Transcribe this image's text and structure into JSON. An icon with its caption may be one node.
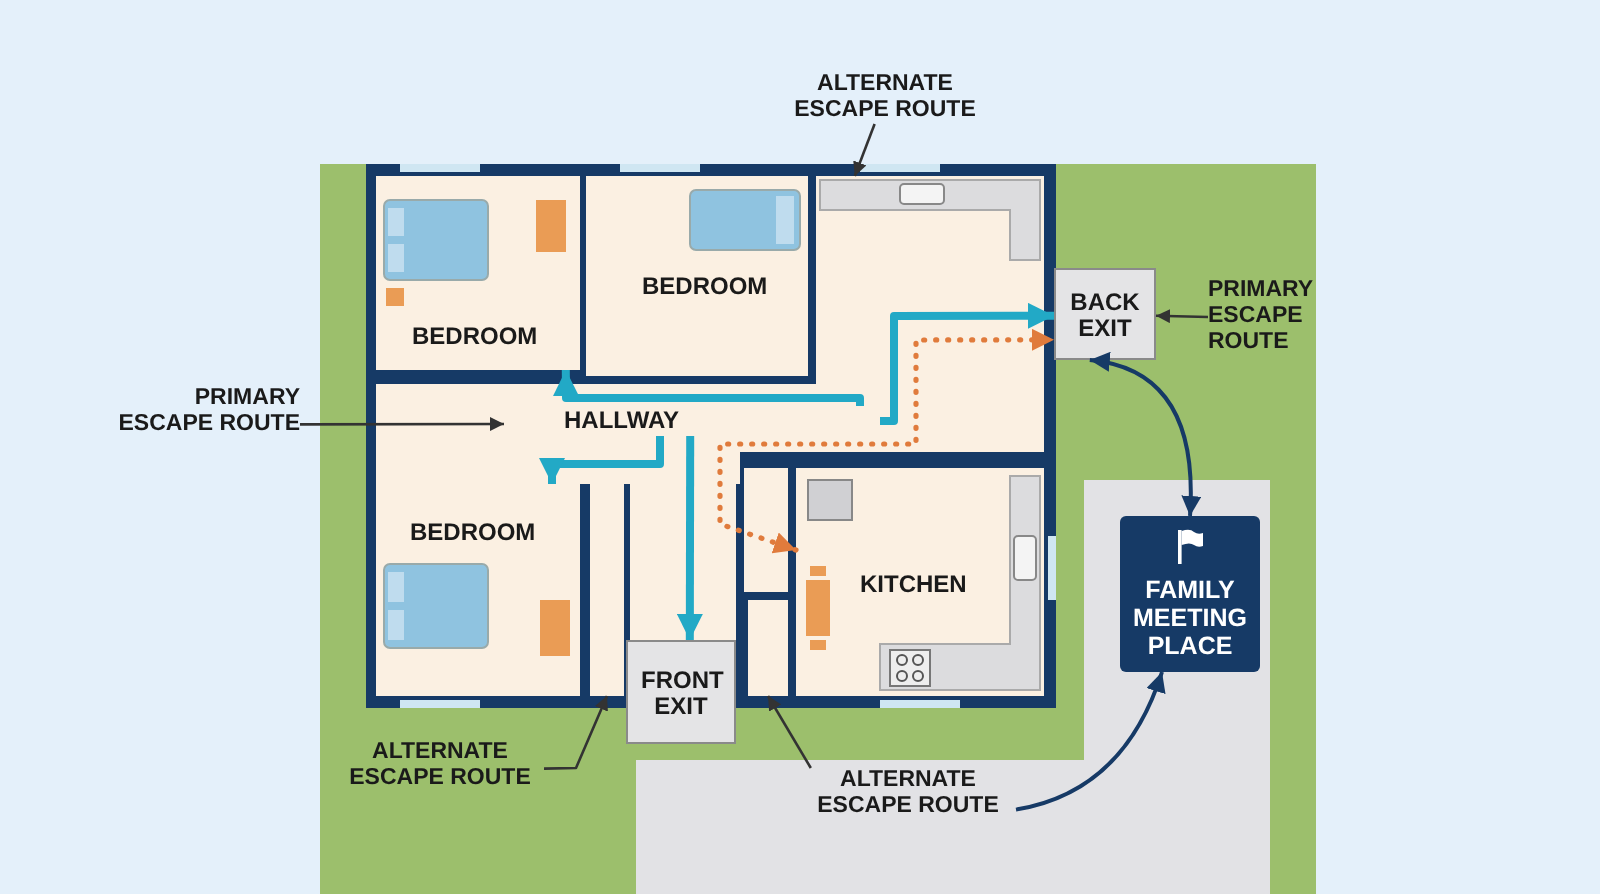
{
  "diagram": {
    "nodes": [
      {
        "text": [
          "ALTERNATE ESCAPE ROUTE"
        ]
      },
      {
        "text": [
          "BEDROOM"
        ]
      },
      {
        "text": [
          "BEDROOM"
        ]
      },
      {
        "text": [],
        "shape": "box"
      },
      {
        "text": [
          "BACK EXIT"
        ]
      },
      {
        "text": [
          "PRIMARY ESCAPE ROUTE"
        ]
      },
      {
        "text": [
          "PRIMARY ESCAPE ROUTE"
        ]
      },
      {
        "text": [
          "HALLWAY"
        ]
      },
      {
        "text": [
          "BEDROOM"
        ]
      },
      {
        "text": [
          "KITCHEN"
        ]
      },
      {
        "text": [],
        "shape": "box"
      },
      {
        "text": [],
        "shape": "box"
      },
      {
        "text": [
          "FAMILY MEETING PLACE"
        ]
      },
      {
        "text": [
          "FRONT EXIT"
        ]
      },
      {
        "text": [
          "ALTERNATE ESCAPE ROUTE"
        ]
      },
      {
        "text": [
          "ALTERNATE ESCAPE ROUTE"
        ]
      }
    ],
    "edges": [
      {
        "from": 0,
        "to": 3,
        "arrow": "to"
      },
      {
        "from": 5,
        "to": 4,
        "arrow": "to"
      },
      {
        "from": 6,
        "to": 7,
        "arrow": "to"
      },
      {
        "from": 14,
        "to": 10,
        "arrow": "to"
      },
      {
        "from": 15,
        "to": 11,
        "arrow": "to"
      },
      {
        "from": 4,
        "to": 12,
        "arrow": "both",
        "color": "#163a66"
      },
      {
        "from": 15,
        "to": 12,
        "arrow": "to",
        "color": "#163a66"
      },
      {
        "from": 7,
        "to": 1,
        "arrow": "to",
        "style": "thick",
        "color": "#22a9c6"
      },
      {
        "from": 7,
        "to": 4,
        "arrow": "to",
        "style": "thick",
        "color": "#22a9c6"
      },
      {
        "from": 7,
        "to": 8,
        "arrow": "to",
        "style": "thick",
        "color": "#22a9c6"
      },
      {
        "from": 7,
        "to": 13,
        "arrow": "to",
        "style": "thick",
        "color": "#22a9c6"
      },
      {
        "from": 9,
        "to": 4,
        "arrow": "both",
        "style": "dashed",
        "color": "#e07b3c"
      }
    ]
  }
}
